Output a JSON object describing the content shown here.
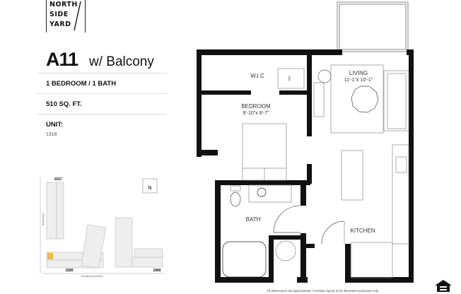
{
  "brand": {
    "line1": "NORTH",
    "line2": "SIDE",
    "line3": "YARD"
  },
  "plan": {
    "name": "A11",
    "variant": "w/ Balcony",
    "beds_baths": "1 BEDROOM / 1 BATH",
    "area": "510 SQ. FT.",
    "unit_label": "UNIT:",
    "unit_number": "1318"
  },
  "rooms": {
    "wic": "W.I.C",
    "wd": "W/D",
    "living": "LIVING",
    "living_dim": "11'-1\"x 10'-1\"",
    "bedroom": "BEDROOM",
    "bedroom_dim": "9'-10\"x 9'-7\"",
    "bath": "BATH",
    "kitchen": "KITCHEN"
  },
  "site_map": {
    "buildings": [
      "1017",
      "1020",
      "1060"
    ],
    "street_left": "Third Street",
    "street_bottom": "Centerpoint Drive",
    "north": "N",
    "highlight_color": "#f5b942"
  },
  "footer": {
    "disclaimer": "All dimensions are approximate. Furniture layout is for illustrative purposes only.",
    "eho_icon": "equal-housing-opportunity-icon"
  }
}
